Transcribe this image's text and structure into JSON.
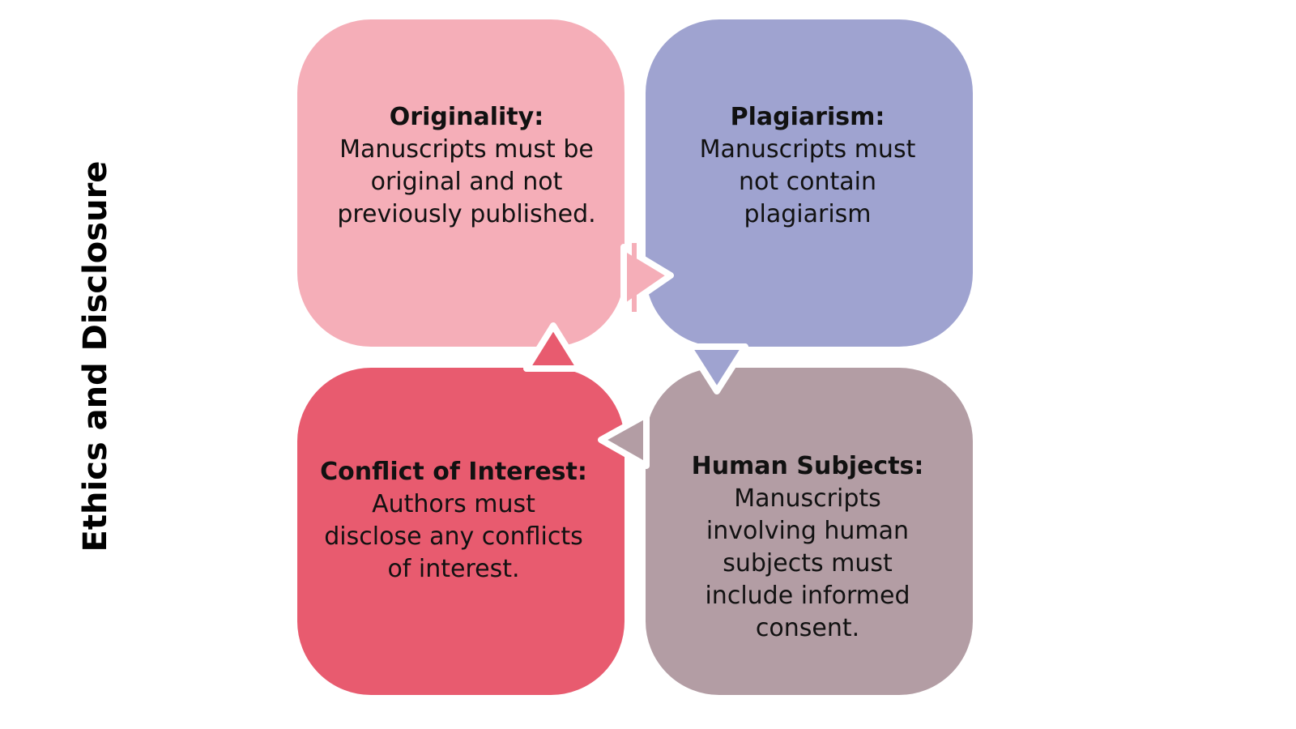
{
  "title": "Ethics and Disclosure",
  "colors": {
    "originality": "#F5AEB8",
    "plagiarism": "#9FA3D0",
    "conflict": "#E85B6F",
    "human": "#B39DA4"
  },
  "cards": [
    {
      "heading": "Originality:",
      "lines": [
        "Manuscripts must be",
        "original and not",
        "previously published."
      ]
    },
    {
      "heading": "Plagiarism:",
      "lines": [
        "Manuscripts must",
        "not contain",
        "plagiarism"
      ]
    },
    {
      "heading": "Conflict of Interest:",
      "lines": [
        "Authors must",
        "disclose any conflicts",
        "of interest."
      ]
    },
    {
      "heading": "Human Subjects:",
      "lines": [
        "Manuscripts",
        "involving human",
        "subjects must",
        "include informed",
        "consent."
      ]
    }
  ]
}
